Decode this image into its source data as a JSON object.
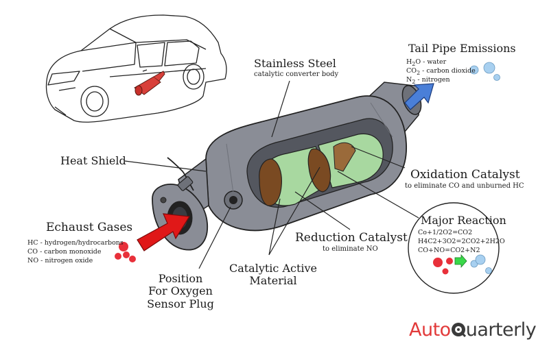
{
  "labels": {
    "stainless_title": "Stainless Steel",
    "stainless_sub": "catalytic converter body",
    "tailpipe_title": "Tail Pipe Emissions",
    "tailpipe_items": [
      {
        "formula": "H",
        "sub": "2",
        "rest": "O - water"
      },
      {
        "formula": "CO",
        "sub": "2",
        "rest": " - carbon dioxide"
      },
      {
        "formula": "N",
        "sub": "2",
        "rest": " - nitrogen"
      }
    ],
    "heat_shield": "Heat Shield",
    "oxidation_title": "Oxidation Catalyst",
    "oxidation_sub": "to eliminate CO and unburned HC",
    "exhaust_title": "Echaust Gases",
    "exhaust_items": [
      "HC - hydrogen/hydrocarbons",
      "CO - carbon monoxide",
      "NO - nitrogen oxide"
    ],
    "major_reaction_title": "Major Reaction",
    "reactions": [
      "Co+1/2O2=CO2",
      "H4C2+3O2=2CO2+2H2O",
      "CO+NO=CO2+N2"
    ],
    "reduction_title": "Reduction Catalyst",
    "reduction_sub": "to eliminate NO",
    "position_line1": "Position",
    "position_line2": "For Oxygen",
    "position_line3": "Sensor Plug",
    "catalytic_line1": "Catalytic Active",
    "catalytic_line2": "Material"
  },
  "logo": {
    "part1": "Auto",
    "part2": "uarterly"
  },
  "colors": {
    "red_gas": "#e8303a",
    "blue_gas": "#a8d0f0",
    "inlet_arrow": "#e01818",
    "outlet_arrow": "#4a7fd8",
    "catalyst_green": "#a8d8a0",
    "converter_gray": "#8a8d96",
    "catalyst_brown": "#7a4a22",
    "logo_red": "#e23a3a"
  }
}
